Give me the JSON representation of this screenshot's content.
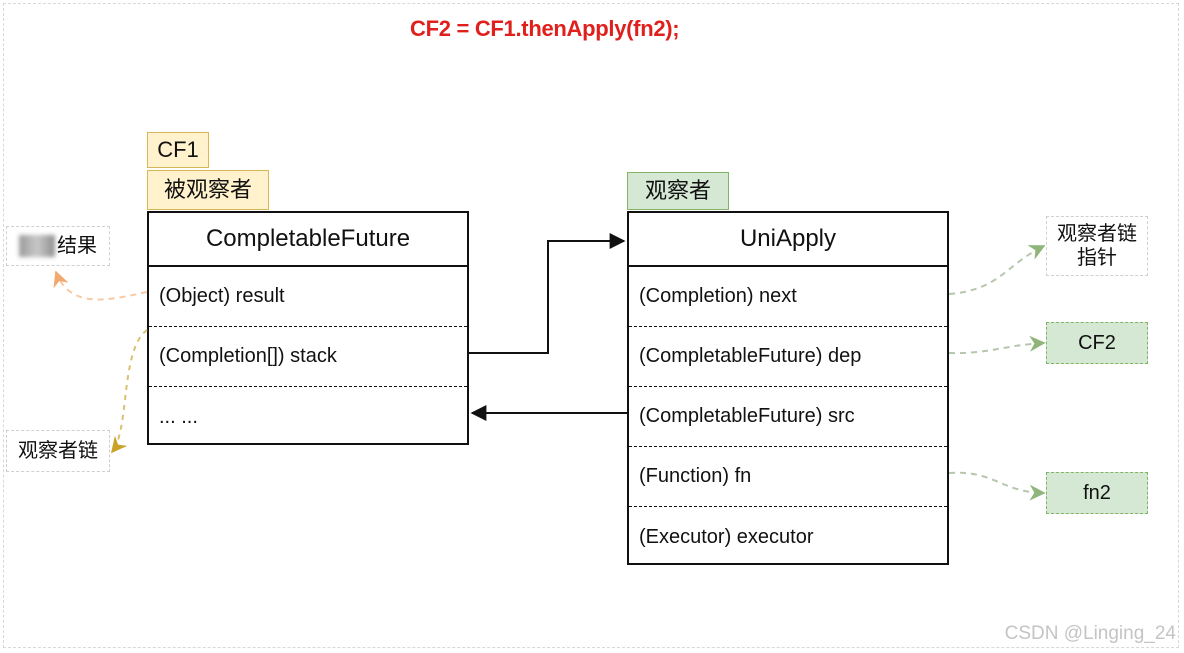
{
  "title": "CF2 = CF1.thenApply(fn2);",
  "left": {
    "tag_top": "CF1",
    "tag_bottom": "被观察者",
    "class_name": "CompletableFuture",
    "fields": [
      "(Object)  result",
      "(Completion[])  stack",
      "... ..."
    ]
  },
  "right": {
    "tag": "观察者",
    "class_name": "UniApply",
    "fields": [
      "(Completion)  next",
      "(CompletableFuture)  dep",
      "(CompletableFuture)  src",
      "(Function) fn",
      "(Executor) executor"
    ]
  },
  "annotations": {
    "result_label": "结果",
    "observer_chain": "观察者链",
    "observer_chain_pointer_line1": "观察者链",
    "observer_chain_pointer_line2": "指针",
    "cf2": "CF2",
    "fn2": "fn2"
  },
  "watermark": "CSDN @Linging_24",
  "colors": {
    "title": "#e0201c",
    "yellow_fill": "#fff2cc",
    "yellow_stroke": "#d6b656",
    "green_fill": "#d5e8d4",
    "green_stroke": "#82b366"
  }
}
